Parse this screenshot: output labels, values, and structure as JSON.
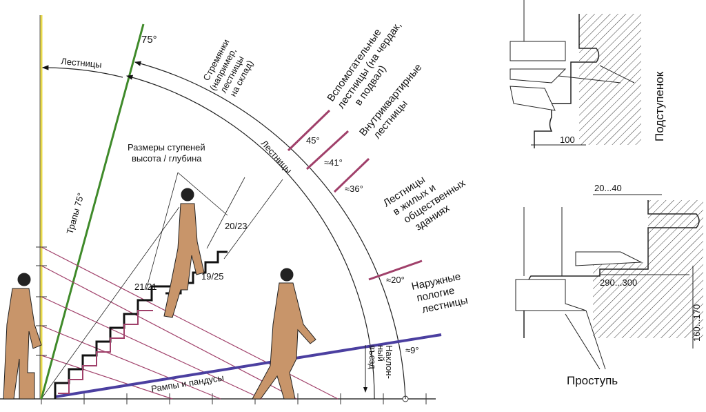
{
  "left_diagram": {
    "angle_75": "75°",
    "stairs_arc_top": "Лестницы",
    "ladders_label": "Трапы 75°",
    "stepladders": [
      "Стремянки",
      "(например,",
      "лестницы",
      "на склад)"
    ],
    "auxiliary": [
      "Вспомогательные",
      "лестницы (на чердак,",
      "в подвал)"
    ],
    "intra_apartment": [
      "Внутриквартирные",
      "лестницы"
    ],
    "residential": [
      "Лестницы",
      "в  жилых  и",
      "общественных",
      "зданиях"
    ],
    "outdoor": [
      "Наружные",
      "пологие",
      "лестницы"
    ],
    "stairs_arc": "Лестницы",
    "step_sizes": [
      "Размеры ступеней",
      "высота / глубина"
    ],
    "ratio_1": "20/23",
    "ratio_2": "21/21",
    "ratio_3": "19/25",
    "angle_45": "45°",
    "angle_41": "≈41°",
    "angle_36": "≈36°",
    "angle_20": "≈20°",
    "angle_9": "≈9°",
    "ramps": "Рампы и  пандусы",
    "incline_1": "Наклон-",
    "incline_2": "ный",
    "incline_3": "въезд",
    "colors": {
      "vertical": "#e8d94a",
      "ladder": "#3f8a2a",
      "pink": "#a0406a",
      "ramp": "#4b3fa0",
      "figure": "#c8956a"
    }
  },
  "right_diagram": {
    "riser": "Подступенок",
    "tread": "Проступь",
    "dim_100": "100",
    "dim_20_40": "20...40",
    "dim_290_300": "290...300",
    "dim_160_170": "160...170"
  }
}
